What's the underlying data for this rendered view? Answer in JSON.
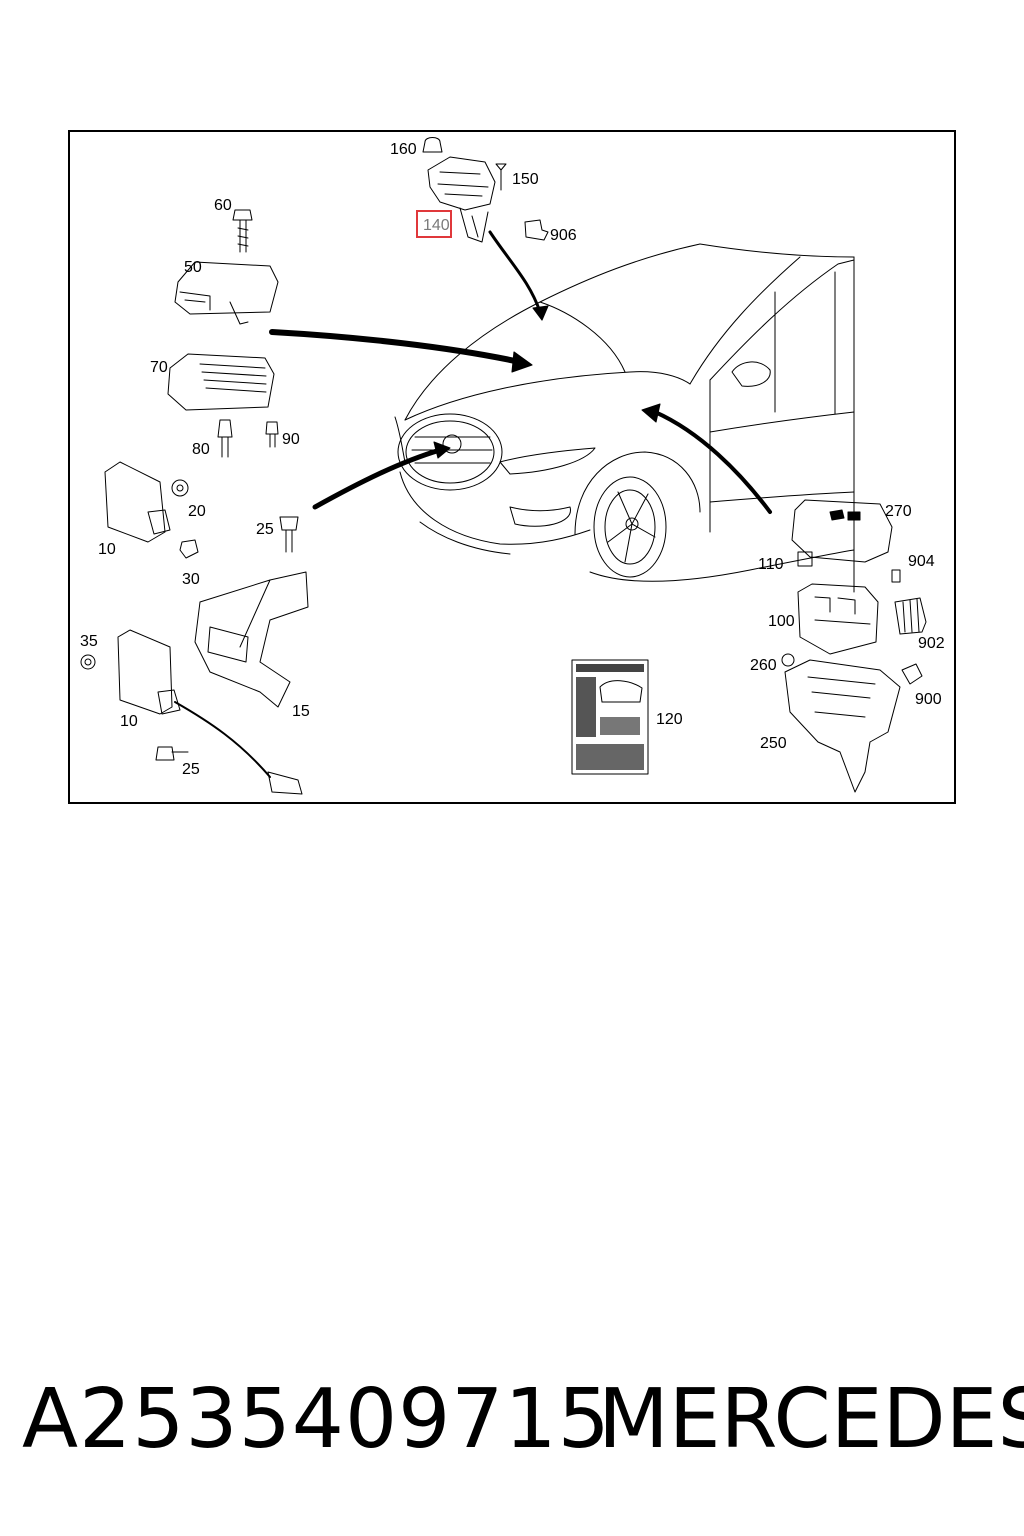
{
  "diagram": {
    "callouts": {
      "c160": "160",
      "c150": "150",
      "c140": "140",
      "c906": "906",
      "c60": "60",
      "c50": "50",
      "c70": "70",
      "c80": "80",
      "c90": "90",
      "c20": "20",
      "c10a": "10",
      "c30": "30",
      "c25a": "25",
      "c35": "35",
      "c10b": "10",
      "c25b": "25",
      "c15": "15",
      "c120": "120",
      "c270": "270",
      "c110": "110",
      "c904": "904",
      "c100": "100",
      "c902": "902",
      "c260": "260",
      "c900": "900",
      "c250": "250"
    },
    "highlighted_callout": "140",
    "highlight_color": "#e0383b"
  },
  "caption": {
    "part_number": "A2535409715",
    "brand": "MERCEDES"
  }
}
